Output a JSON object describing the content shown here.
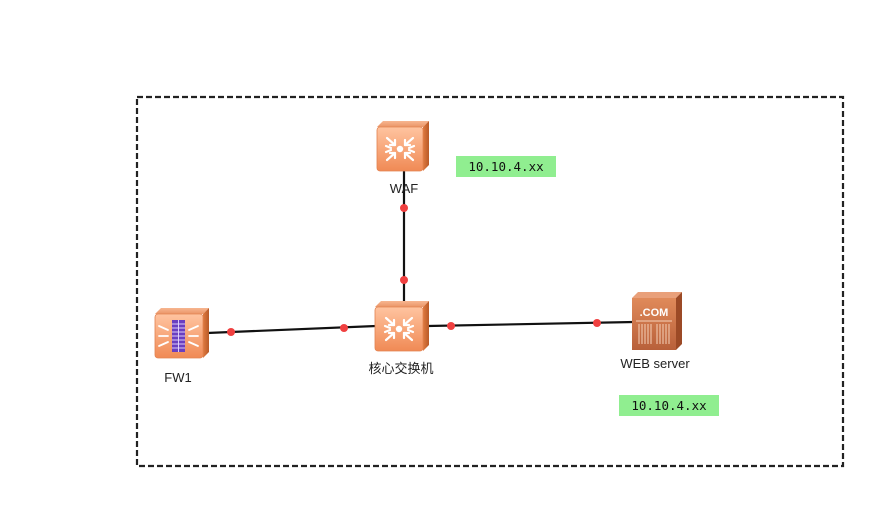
{
  "diagram": {
    "title": "",
    "nodes": [
      {
        "id": "waf",
        "label": "WAF",
        "type": "switch",
        "icon": "layer3-switch-icon"
      },
      {
        "id": "core",
        "label": "核心交换机",
        "type": "switch",
        "icon": "layer3-switch-icon"
      },
      {
        "id": "fw1",
        "label": "FW1",
        "type": "firewall",
        "icon": "firewall-icon"
      },
      {
        "id": "web",
        "label": "WEB server",
        "type": "server",
        "icon": "web-server-icon",
        "icon_text": ".COM"
      }
    ],
    "links": [
      {
        "from": "waf",
        "to": "core"
      },
      {
        "from": "fw1",
        "to": "core"
      },
      {
        "from": "core",
        "to": "web"
      }
    ],
    "annotations": [
      {
        "id": "ip-waf",
        "text": "10.10.4.xx",
        "near": "waf"
      },
      {
        "id": "ip-web",
        "text": "10.10.4.xx",
        "near": "web"
      }
    ],
    "colors": {
      "device_orange": "#f29a68",
      "device_orange_dark": "#d9703a",
      "ip_highlight": "#90ee90",
      "link_port": "#f04040",
      "boundary": "#222222"
    }
  }
}
